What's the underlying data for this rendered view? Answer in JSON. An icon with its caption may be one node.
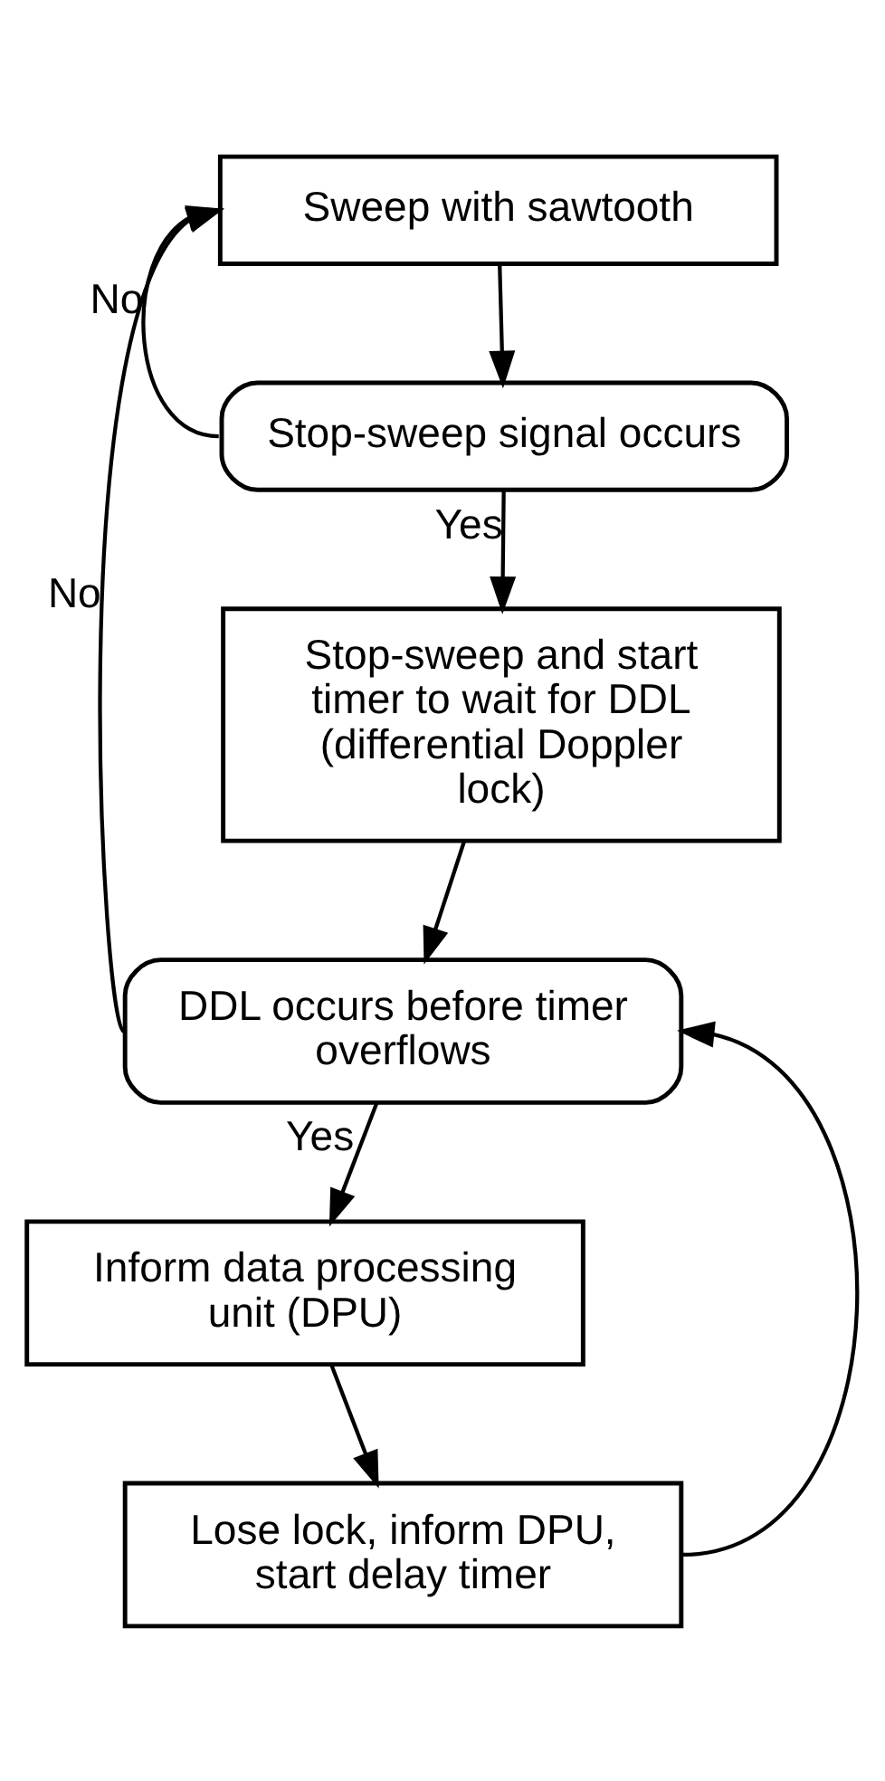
{
  "diagram": {
    "nodes": [
      {
        "text": [
          "Sweep with sawtooth"
        ]
      },
      {
        "text": [
          "Stop-sweep signal occurs"
        ]
      },
      {
        "text": [
          "Stop-sweep and start timer to wait for DDL (differential Doppler lock)"
        ]
      },
      {
        "text": [
          "DDL occurs before timer overflows"
        ]
      },
      {
        "text": [
          "Inform data processing unit (DPU)"
        ]
      },
      {
        "text": [
          "Lose lock, inform DPU, start delay timer"
        ]
      }
    ],
    "edges": [
      {
        "from": 0,
        "to": 1,
        "arrow": "to"
      },
      {
        "from": 1,
        "to": 0,
        "arrow": "to",
        "label": "No"
      },
      {
        "from": 1,
        "to": 2,
        "arrow": "to",
        "label": "Yes"
      },
      {
        "from": 2,
        "to": 3,
        "arrow": "to"
      },
      {
        "from": 3,
        "to": 0,
        "arrow": "to",
        "label": "No"
      },
      {
        "from": 3,
        "to": 4,
        "arrow": "to",
        "label": "Yes"
      },
      {
        "from": 4,
        "to": 5,
        "arrow": "to"
      },
      {
        "from": 5,
        "to": 3,
        "arrow": "to"
      }
    ]
  }
}
